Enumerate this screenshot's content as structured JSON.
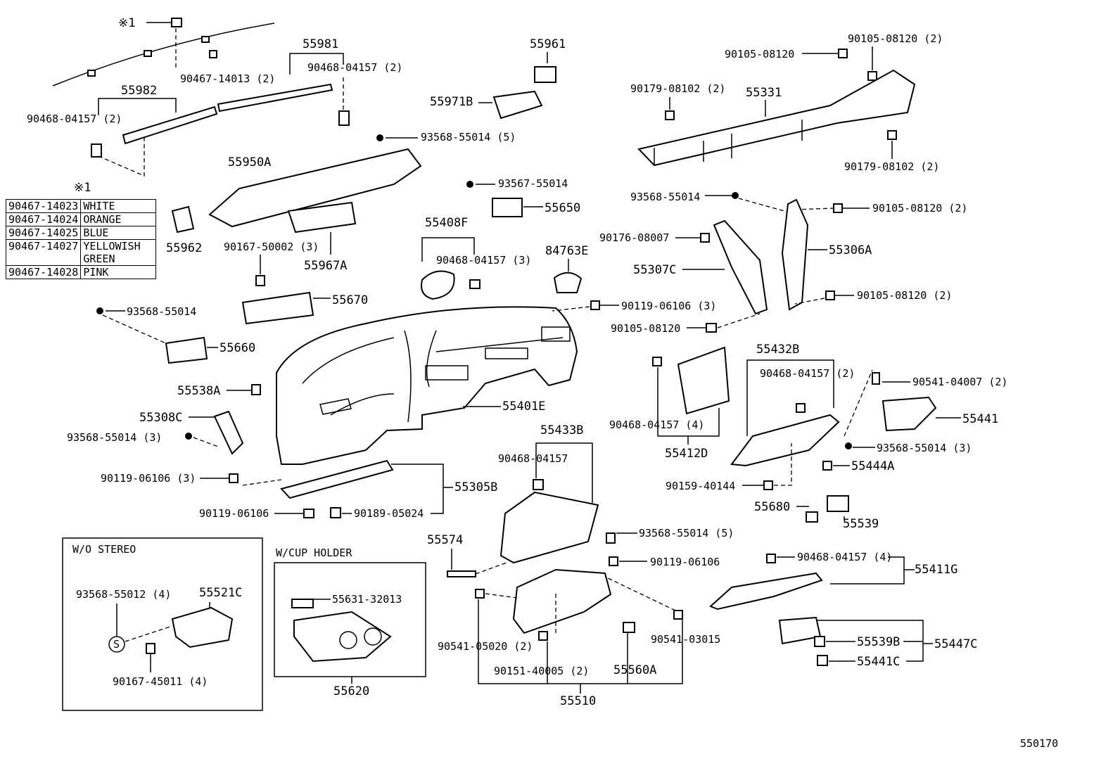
{
  "labels": {
    "l55981": "55981",
    "l55961": "55961",
    "l55982": "55982",
    "l55971b": "55971B",
    "l55950a": "55950A",
    "l55962": "55962",
    "l55967a": "55967A",
    "l55670": "55670",
    "l55660": "55660",
    "l55538a": "55538A",
    "l55308c": "55308C",
    "l55305b": "55305B",
    "l55401e": "55401E",
    "l55408f": "55408F",
    "l55650": "55650",
    "l84763e": "84763E",
    "l55331": "55331",
    "l55306a": "55306A",
    "l55307c": "55307C",
    "l55432b": "55432B",
    "l55412d": "55412D",
    "l55441": "55441",
    "l55444a": "55444A",
    "l55680": "55680",
    "l55539": "55539",
    "l55433b": "55433B",
    "l55574": "55574",
    "l55510": "55510",
    "l55560a": "55560A",
    "l55411g": "55411G",
    "l55539b": "55539B",
    "l55447c": "55447C",
    "l55441c": "55441C",
    "l55521c": "55521C",
    "l55620": "55620",
    "l55631": "55631-32013",
    "ref1": "※1",
    "f_90467_14013": "90467-14013 (2)",
    "f_90468_04157_2a": "90468-04157 (2)",
    "f_90468_04157_2b": "90468-04157 (2)",
    "f_93568_55014_5a": "93568-55014 (5)",
    "f_93567_55014": "93567-55014",
    "f_90468_04157_3": "90468-04157 (3)",
    "f_90167_50002_3": "90167-50002 (3)",
    "f_93568_55014_a": "93568-55014",
    "f_93568_55014_3a": "93568-55014 (3)",
    "f_90119_06106_3a": "90119-06106 (3)",
    "f_90119_06106_a": "90119-06106",
    "f_90189_05024": "90189-05024",
    "f_90105_08120_a": "90105-08120",
    "f_90105_08120_2a": "90105-08120 (2)",
    "f_90179_08102_2a": "90179-08102 (2)",
    "f_90179_08102_2b": "90179-08102 (2)",
    "f_93568_55014_b": "93568-55014",
    "f_90105_08120_2b": "90105-08120 (2)",
    "f_90176_08007": "90176-08007",
    "f_90105_08120_2c": "90105-08120 (2)",
    "f_90119_06106_3b": "90119-06106 (3)",
    "f_90105_08120_b": "90105-08120",
    "f_90468_04157_4a": "90468-04157 (4)",
    "f_90468_04157_2c": "90468-04157 (2)",
    "f_90541_04007_2": "90541-04007 (2)",
    "f_93568_55014_3b": "93568-55014 (3)",
    "f_90159_40144": "90159-40144",
    "f_90468_04157_a": "90468-04157",
    "f_93568_55014_5b": "93568-55014 (5)",
    "f_90119_06106_b": "90119-06106",
    "f_90541_05020_2": "90541-05020 (2)",
    "f_90151_40005_2": "90151-40005 (2)",
    "f_90541_03015": "90541-03015",
    "f_90468_04157_4b": "90468-04157 (4)",
    "f_93568_55012_4": "93568-55012 (4)",
    "f_90167_45011_4": "90167-45011 (4)",
    "wo_stereo": "W/O STEREO",
    "w_cup_holder": "W/CUP HOLDER",
    "s_mark": "S",
    "diagram_code": "550170"
  },
  "legend": {
    "title": "※1",
    "rows": [
      {
        "part": "90467-14023",
        "color": "WHITE"
      },
      {
        "part": "90467-14024",
        "color": "ORANGE"
      },
      {
        "part": "90467-14025",
        "color": "BLUE"
      },
      {
        "part": "90467-14027",
        "color": "YELLOWISH GREEN"
      },
      {
        "part": "90467-14028",
        "color": "PINK"
      }
    ]
  }
}
